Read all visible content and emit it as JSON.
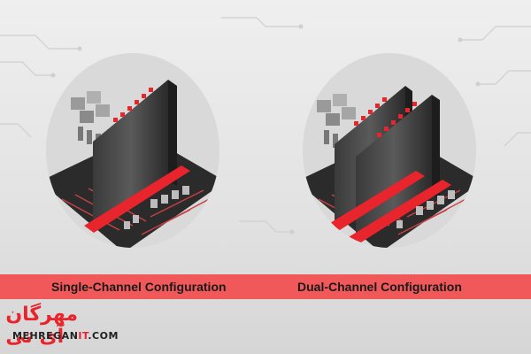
{
  "captions": {
    "single": "Single-Channel Configuration",
    "dual": "Dual-Channel Configuration"
  },
  "logo": {
    "persian": "مهرگان آی تی",
    "site_prefix": "MEHREGAN",
    "site_accent": "IT",
    "site_suffix": ".COM"
  },
  "colors": {
    "accent_red": "#f0585a",
    "board_dark": "#2b2b2b",
    "ram_red": "#e8242c"
  }
}
